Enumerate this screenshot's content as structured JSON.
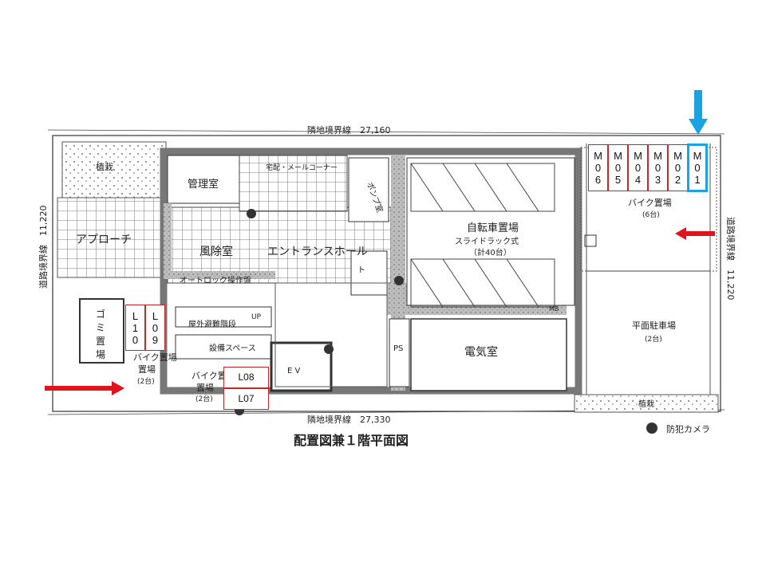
{
  "boundary": {
    "top": "隣地境界線　27,160",
    "bottom": "隣地境界線　27,330",
    "left": "道路境界線　11,220",
    "right": "道路境界線　11,220"
  },
  "rooms": {
    "planting_top_left": "植栽",
    "manager": "管理室",
    "delivery": "宅配・メールコーナー",
    "pump": "ポンプ室",
    "approach": "アプローチ",
    "wind_room": "風除室",
    "entrance": "エントランスホール",
    "autolock": "オートロック操作盤",
    "bicycle": "自転車置場",
    "bicycle_sub1": "スライドラック式",
    "bicycle_sub2": "（計40台）",
    "bike_right": "バイク置場",
    "bike_right_count": "(6台)",
    "garbage": "ゴミ置場",
    "bike_left": "バイク置場",
    "bike_left_count": "(2台)",
    "bike_mid": "バイク置場",
    "bike_mid_count": "(2台)",
    "stairs": "屋外避難階段",
    "up": "UP",
    "equipment": "設備スペース",
    "ev": "E V",
    "ps": "PS",
    "electric": "電気室",
    "parking": "平面駐車場",
    "parking_count": "(2台)",
    "planting_bottom": "植栽",
    "mb": "MB",
    "toilet": "ト"
  },
  "slots_m": [
    {
      "chars": [
        "M",
        "0",
        "6"
      ]
    },
    {
      "chars": [
        "M",
        "0",
        "5"
      ]
    },
    {
      "chars": [
        "M",
        "0",
        "4"
      ]
    },
    {
      "chars": [
        "M",
        "0",
        "3"
      ]
    },
    {
      "chars": [
        "M",
        "0",
        "2"
      ]
    },
    {
      "chars": [
        "M",
        "0",
        "1"
      ],
      "highlight": true
    }
  ],
  "slots_l_vertical": [
    {
      "chars": [
        "L",
        "1",
        "0"
      ]
    },
    {
      "chars": [
        "L",
        "0",
        "9"
      ]
    }
  ],
  "slots_l_horizontal": [
    "L08",
    "L07"
  ],
  "title": "配置図兼１階平面図",
  "legend": "防犯カメラ",
  "colors": {
    "red": "#e0141c",
    "blue": "#1aa3e0",
    "slot_border": "#c0282d"
  }
}
